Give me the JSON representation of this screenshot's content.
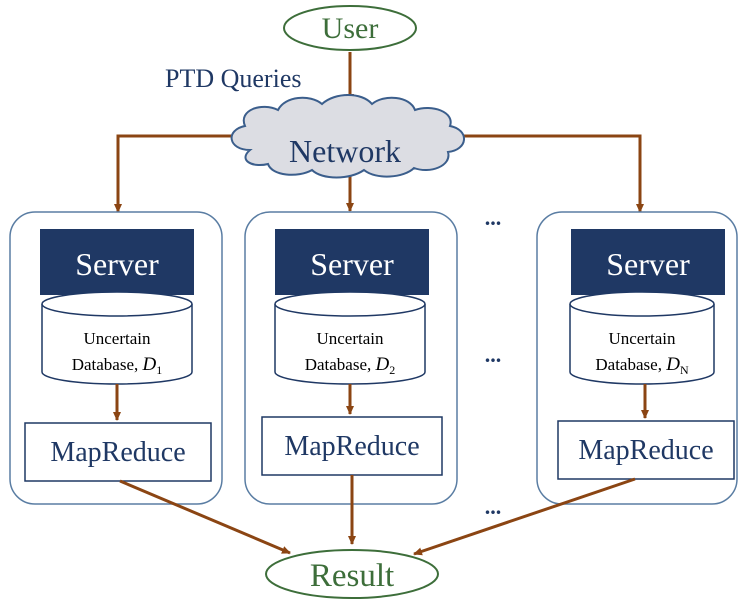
{
  "user": {
    "label": "User"
  },
  "query": {
    "label": "PTD Queries"
  },
  "network": {
    "label": "Network"
  },
  "ellipsis": "...",
  "nodes": [
    {
      "server": "Server",
      "db_line1": "Uncertain",
      "db_line2": "Database, ",
      "db_var": "D",
      "db_sub": "1",
      "mapreduce": "MapReduce"
    },
    {
      "server": "Server",
      "db_line1": "Uncertain",
      "db_line2": "Database, ",
      "db_var": "D",
      "db_sub": "2",
      "mapreduce": "MapReduce"
    },
    {
      "server": "Server",
      "db_line1": "Uncertain",
      "db_line2": "Database, ",
      "db_var": "D",
      "db_sub": "N",
      "mapreduce": "MapReduce"
    }
  ],
  "result": {
    "label": "Result"
  },
  "colors": {
    "ellipse_stroke": "#3d6e3a",
    "ellipse_text": "#3d6e3a",
    "navy": "#1f3864",
    "arrow": "#8b4513",
    "panel_stroke": "#5a7da3",
    "cloud_fill": "#dcdde3",
    "cloud_stroke": "#3b5e8c"
  }
}
